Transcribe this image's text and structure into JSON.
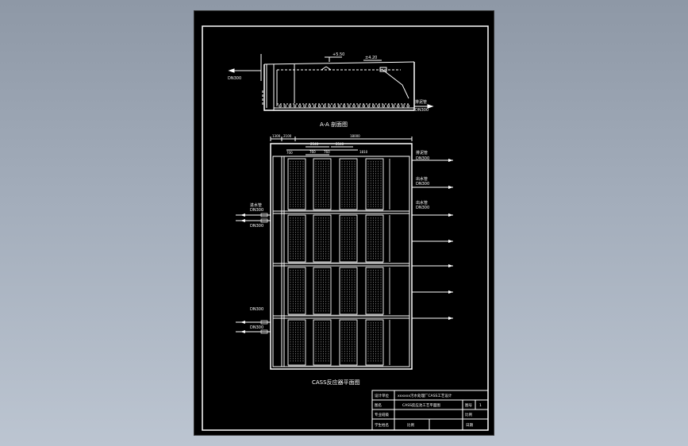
{
  "drawing": {
    "section_title": "A-A 剖面图",
    "plan_title": "CASS反应器平面图",
    "section_labels": {
      "left_pipe": "DN300",
      "right_pipe": "DN300",
      "right_pipe_name": "排泥管",
      "top_level": "+5.50",
      "water_level": "±4.20"
    },
    "plan_dims": {
      "d1": "1300",
      "d2": "2100",
      "d3": "18000",
      "d4": "700",
      "d5": "2540",
      "d6": "2540",
      "d7": "760",
      "d8": "760",
      "d9": "1810"
    },
    "plan_left_labels": [
      {
        "name": "进水管",
        "size": "DN300"
      },
      {
        "name": "",
        "size": "DN300"
      },
      {
        "name": "",
        "size": "DN300"
      },
      {
        "name": "",
        "size": "DN300"
      }
    ],
    "plan_right_labels": [
      {
        "name": "排泥管",
        "size": "DN300"
      },
      {
        "name": "出水管",
        "size": "DN300"
      },
      {
        "name": "出水管",
        "size": "DN300"
      }
    ]
  },
  "title_block": {
    "r1c1": "设计单位",
    "r1c2": "xxxxxx污水处理厂CASS工艺设计",
    "r2c1": "图名",
    "r2c2": "CASS反应池工艺平面图",
    "r2c3": "图号",
    "r2c4": "1",
    "r3c1": "专业班级",
    "r3c3": "比例",
    "r4c1": "学生姓名",
    "r4c2": "比例",
    "r4c3": "日期"
  }
}
